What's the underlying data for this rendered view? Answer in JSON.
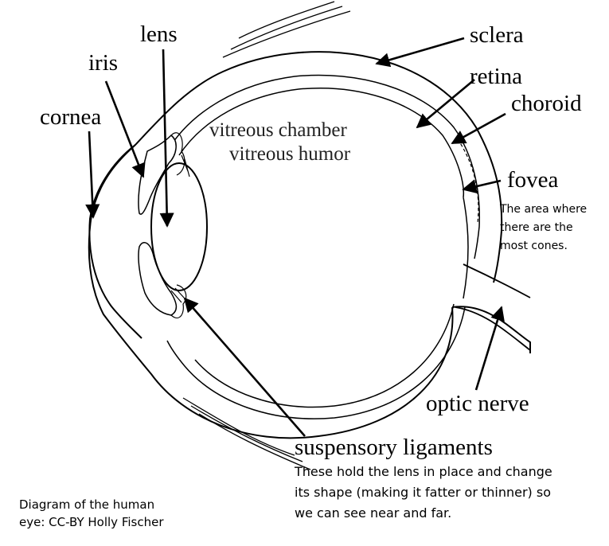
{
  "labels": {
    "lens": "lens",
    "iris": "iris",
    "cornea": "cornea",
    "sclera": "sclera",
    "retina": "retina",
    "choroid": "choroid",
    "fovea": "fovea",
    "optic_nerve": "optic nerve",
    "suspensory_ligaments": "suspensory ligaments",
    "vitreous_chamber": "vitreous chamber",
    "vitreous_humor": "vitreous humor"
  },
  "notes": {
    "fovea_line1": "The area where",
    "fovea_line2": "there are the",
    "fovea_line3": "most cones.",
    "ligaments_line1": "These hold the lens in place and change",
    "ligaments_line2": "its shape (making it fatter or thinner) so",
    "ligaments_line3": "we can see near and far."
  },
  "credit": {
    "line1": "Diagram of the human",
    "line2": "eye: CC-BY Holly Fischer"
  }
}
